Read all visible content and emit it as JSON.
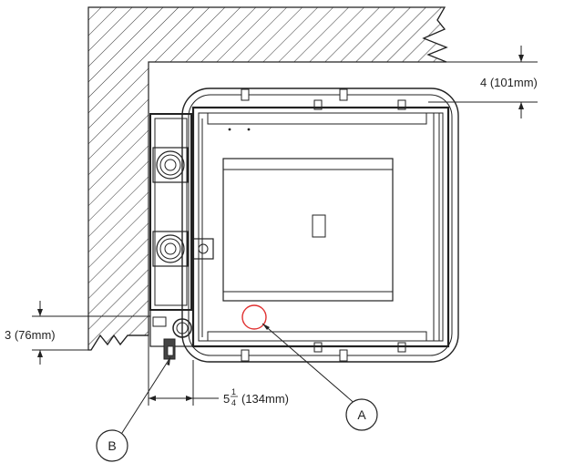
{
  "dimensions": {
    "top_clearance": "4 (101mm)",
    "side_clearance": "3 (76mm)",
    "rear_offset_whole": "5",
    "rear_offset_num": "1",
    "rear_offset_den": "4",
    "rear_offset_metric": "(134mm)"
  },
  "callouts": {
    "a": "A",
    "b": "B"
  },
  "colors": {
    "line": "#222222",
    "highlight_circle": "#e03030"
  }
}
